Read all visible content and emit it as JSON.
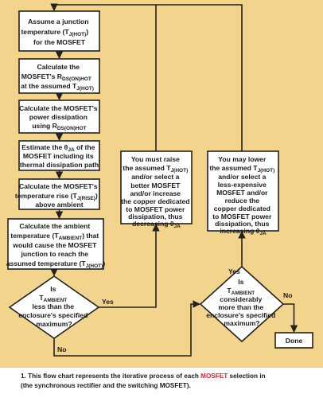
{
  "nodes": {
    "n1": [
      "Assume a junction",
      "temperature (T",
      "J(HOT)",
      ")",
      "for the MOSFET"
    ],
    "n2": [
      "Calculate the",
      "MOSFET's R",
      "DS(ON)HOT",
      "at the assumed T",
      "J(HOT)"
    ],
    "n3": [
      "Calculate the MOSFET's",
      "power dissipation",
      "using R",
      "DS(ON)HOT"
    ],
    "n4": [
      "Estimate the θ",
      "JA",
      " of the",
      "MOSFET including its",
      "thermal dissipation path"
    ],
    "n5": [
      "Calculate the MOSFET's",
      "temperature rise (T",
      "J(RISE)",
      ")",
      "above ambient"
    ],
    "n6": [
      "Calculate the ambient",
      "temperature (T",
      "AMBIENT",
      ") that",
      "would cause the MOSFET",
      "junction to reach the",
      "assumed temperature (T",
      "J(HOT)",
      ")"
    ],
    "d1": [
      "Is",
      "T",
      "AMBIENT",
      "less than the",
      "enclosure's specified",
      "maximum?"
    ],
    "m1": [
      "You must raise",
      "the assumed T",
      "J(HOT)",
      "and/or select a",
      "better MOSFET",
      "and/or increase",
      "the copper dedicated",
      "to MOSFET power",
      "dissipation, thus",
      "decreasing θ",
      "JA"
    ],
    "m2": [
      "You may lower",
      "the assumed T",
      "J(HOT)",
      "and/or select a",
      "less-expensive",
      "MOSFET and/or",
      "reduce the",
      "copper dedicated",
      "to MOSFET power",
      "dissipation, thus",
      "increasing θ",
      "JA"
    ],
    "d2": [
      "Is",
      "T",
      "AMBIENT",
      "considerably",
      "more than the",
      "enclosure's specified",
      "maximum?"
    ],
    "done": "Done"
  },
  "edge_labels": {
    "yes1": "Yes",
    "no1": "No",
    "yes2": "Yes",
    "no2": "No"
  },
  "caption": {
    "line1_pre": "1. This flow chart represents the iterative process of each ",
    "line1_highlight": "MOSFET",
    "line1_post": " selection in",
    "line2": "(the synchronous rectifier and the switching MOSFET)."
  },
  "colors": {
    "background": "#f3d48c",
    "box": "#ffffff",
    "stroke": "#222222",
    "highlight": "#d9262b"
  }
}
